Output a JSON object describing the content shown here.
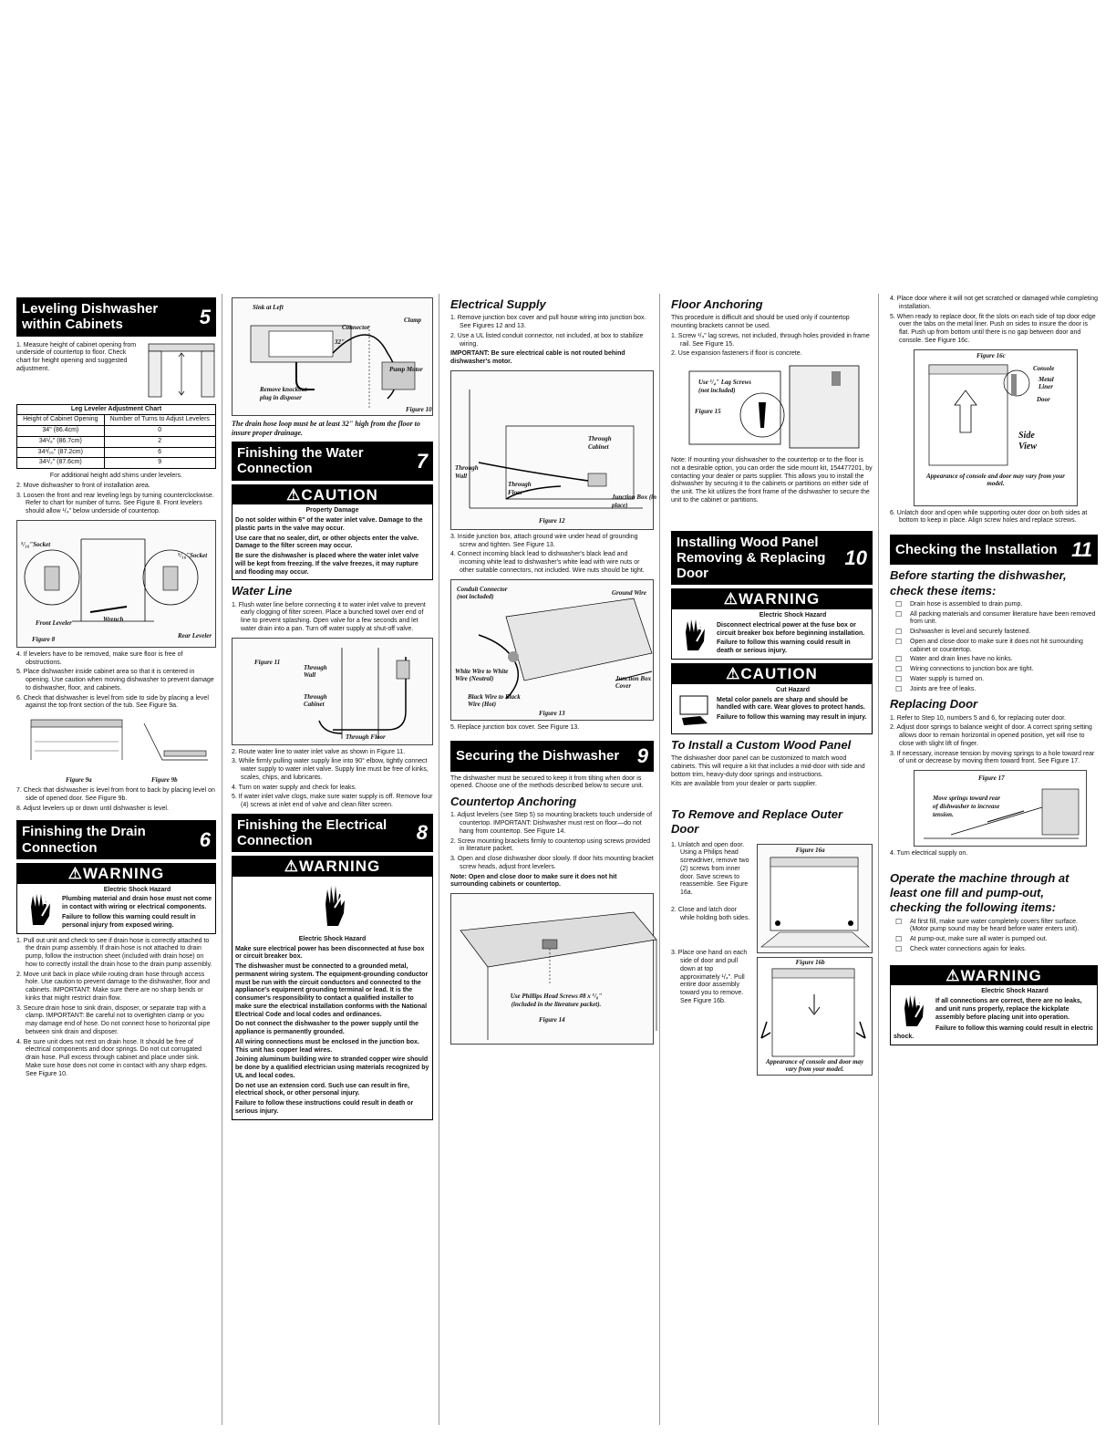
{
  "col1": {
    "h5": {
      "title": "Leveling Dishwasher within Cabinets",
      "num": "5"
    },
    "s5_1": "1. Measure height of cabinet opening from underside of countertop to floor. Check chart for height opening and suggested adjustment.",
    "table": {
      "title": "Leg Leveler Adjustment Chart",
      "h1": "Height of Cabinet Opening",
      "h2": "Number of Turns to Adjust Levelers",
      "rows": [
        [
          "34\" (86.4cm)",
          "0"
        ],
        [
          "34¹/₈\" (86.7cm)",
          "2"
        ],
        [
          "34³/₁₆\" (87.2cm)",
          "6"
        ],
        [
          "34¹/₂\" (87.6cm)",
          "9"
        ]
      ],
      "note": "For additional height add shims under levelers."
    },
    "s5_2": "2. Move dishwasher to front of installation area.",
    "s5_3": "3. Loosen the front and rear leveling legs by turning counterclockwise. Refer to chart for number of turns. See Figure 8. Front levelers should allow ¹/₄\" below underside of countertop.",
    "fig8": {
      "a": "⁵/₁₆\"Socket",
      "b": "⁵/₁₆\"Socket",
      "c": "Front Leveler",
      "d": "Wrench",
      "e": "Rear Leveler",
      "f": "Figure 8"
    },
    "s5_4": "4. If levelers have to be removed, make sure floor is free of obstructions.",
    "s5_5": "5. Place dishwasher inside cabinet area so that it is centered in opening. Use caution when moving dishwasher to prevent damage to dishwasher, floor, and cabinets.",
    "s5_6": "6. Check that dishwasher is level from side to side by placing a level against the top front section of the tub. See Figure 9a.",
    "fig9a": "Figure 9a",
    "fig9b": "Figure 9b",
    "s5_7": "7. Check that dishwasher is level from front to back by placing level on side of opened door. See Figure 9b.",
    "s5_8": "8. Adjust levelers up or down until dishwasher is level.",
    "h6": {
      "title": "Finishing the Drain Connection",
      "num": "6"
    },
    "warn6": {
      "bar": "⚠WARNING",
      "t": "Electric Shock Hazard",
      "a": "Plumbing material and drain hose must not come in contact with wiring or electrical components.",
      "b": "Failure to follow this warning could result in personal injury from exposed wiring."
    },
    "s6_1": "1. Pull out unit and check to see if drain hose is correctly attached to the drain pump assembly. If drain hose is not attached to drain pump, follow the instruction sheet (included with drain hose) on how to correctly install the drain hose to the drain pump assembly.",
    "s6_2": "2. Move unit back in place while routing drain hose through access hole. Use caution to prevent damage to the dishwasher, floor and cabinets. IMPORTANT: Make sure there are no sharp bends or kinks that might restrict drain flow.",
    "s6_3": "3. Secure drain hose to sink drain, disposer, or separate trap with a clamp. IMPORTANT: Be careful not to overtighten clamp or you may damage end of hose. Do not connect hose to horizontal pipe between sink drain and disposer.",
    "s6_4": "4. Be sure unit does not rest on drain hose. It should be free of electrical components and door springs. Do not cut corrugated drain hose. Pull excess through cabinet and place under sink. Make sure hose does not come in contact with any sharp edges. See Figure 10."
  },
  "col2": {
    "fig10": {
      "a": "Sink at Left",
      "b": "Clamp",
      "c": "Connector",
      "d": "32\"",
      "e": "Pump Motor",
      "f": "Remove knockout plug in disposer",
      "g": "Figure 10"
    },
    "fig10note": "The drain hose loop must be at least 32\" high from the floor to insure proper drainage.",
    "h7": {
      "title": "Finishing the Water Connection",
      "num": "7"
    },
    "caut7": {
      "bar": "⚠CAUTION",
      "t": "Property Damage",
      "a": "Do not solder within 6\" of the water inlet valve. Damage to the plastic parts in the valve may occur.",
      "b": "Use care that no sealer, dirt, or other objects enter the valve. Damage to the filter screen may occur.",
      "c": "Be sure the dishwasher is placed where the water inlet valve will be kept from freezing. If the valve freezes, it may rupture and flooding may occur."
    },
    "wl": "Water Line",
    "wl1": "1. Flush water line before connecting it to water inlet valve to prevent early clogging of filter screen. Place a bunched towel over end of line to prevent splashing. Open valve for a few seconds and let water drain into a pan. Turn off water supply at shut-off valve.",
    "fig11": {
      "a": "Figure 11",
      "b": "Through Wall",
      "c": "Through Cabinet",
      "d": "Through Floor"
    },
    "wl2": "2. Route water line to water inlet valve as shown in Figure 11.",
    "wl3": "3. While firmly pulling water supply line into 90° elbow, tightly connect water supply to water inlet valve. Supply line must be free of kinks, scales, chips, and lubricants.",
    "wl4": "4. Turn on water supply and check for leaks.",
    "wl5": "5. If water inlet valve clogs, make sure water supply is off. Remove four (4) screws at inlet end of valve and clean filter screen.",
    "h8": {
      "title": "Finishing the Electrical Connection",
      "num": "8"
    },
    "warn8": {
      "bar": "⚠WARNING",
      "t": "Electric Shock Hazard",
      "a": "Make sure electrical power has been disconnected at fuse box or circuit breaker box.",
      "b": "The dishwasher must be connected to a grounded metal, permanent wiring system. The equipment-grounding conductor must be run with the circuit conductors and connected to the appliance's equipment grounding terminal or lead. It is the consumer's responsibility to contact a qualified installer to make sure the electrical installation conforms with the National Electrical Code and local codes and ordinances.",
      "c": "Do not connect the dishwasher to the power supply until the appliance is permanently grounded.",
      "d": "All wiring connections must be enclosed in the junction box. This unit has copper lead wires.",
      "e": "Joining aluminum building wire to stranded copper wire should be done by a qualified electrician using materials recognized by UL and local codes.",
      "f": "Do not use an extension cord. Such use can result in fire, electrical shock, or other personal injury.",
      "g": "Failure to follow these instructions could result in death or serious injury."
    }
  },
  "col3": {
    "es": "Electrical Supply",
    "es1": "1. Remove junction box cover and pull house wiring into junction box. See Figures 12 and 13.",
    "es2": "2. Use a UL listed conduit connector, not included, at box to stabilize wiring.",
    "imp": "IMPORTANT: Be sure electrical cable is not routed behind dishwasher's motor.",
    "fig12": {
      "a": "Through Wall",
      "b": "Through Cabinet",
      "c": "Through Floor",
      "d": "Junction Box (in place)",
      "e": "Figure 12"
    },
    "es3": "3. Inside junction box, attach ground wire under head of grounding screw and tighten. See Figure 13.",
    "es4": "4. Connect incoming black lead to dishwasher's black lead and incoming white lead to dishwasher's white lead with wire nuts or other suitable connectors, not included. Wire nuts should be tight.",
    "fig13": {
      "a": "Conduit Connector (not included)",
      "b": "Ground Wire",
      "c": "White Wire to White Wire (Neutral)",
      "d": "Junction Box Cover",
      "e": "Black Wire to Black Wire (Hot)",
      "f": "Figure 13"
    },
    "es5": "5. Replace junction box cover. See Figure 13.",
    "h9": {
      "title": "Securing the Dishwasher",
      "num": "9"
    },
    "sd": "The dishwasher must be secured to keep it from tilting when door is opened. Choose one of the methods described below to secure unit.",
    "ca": "Countertop Anchoring",
    "ca1": "1. Adjust levelers (see Step 5) so mounting brackets touch underside of countertop. IMPORTANT: Dishwasher must rest on floor—do not hang from countertop. See Figure 14.",
    "ca2": "2. Screw mounting brackets firmly to countertop using screws provided in literature packet.",
    "ca3": "3. Open and close dishwasher door slowly. If door hits mounting bracket screw heads, adjust front levelers.",
    "canote": "Note: Open and close door to make sure it does not hit surrounding cabinets or countertop.",
    "fig14": {
      "a": "Use Phillips Head Screws #8 x ⁵/₈\" (included in the literature packet).",
      "b": "Figure 14"
    }
  },
  "col4": {
    "fa": "Floor Anchoring",
    "fa0": "This procedure is difficult and should be used only if countertop mounting brackets cannot be used.",
    "fa1": "1. Screw ¹/₄\" lag screws, not included, through holes provided in frame rail. See Figure 15.",
    "fa2": "2. Use expansion fasteners if floor is concrete.",
    "fig15": {
      "a": "Use ¹/₄\" Lag Screws (not included)",
      "b": "Figure 15"
    },
    "fanote": "Note: If mounting your dishwasher to the countertop or to the floor is not a desirable option, you can order the side mount kit, 154477201, by contacting your dealer or parts supplier. This allows you to install the dishwasher by securing it to the cabinets or partitions on either side of the unit. The kit utilizes the front frame of the dishwasher to secure the unit to the cabinet or partitions.",
    "h10": {
      "title": "Installing Wood Panel Removing & Replacing Door",
      "num": "10"
    },
    "warn10": {
      "bar": "⚠WARNING",
      "t": "Electric Shock Hazard",
      "a": "Disconnect electrical power at the fuse box or circuit breaker box before beginning installation.",
      "b": "Failure to follow this warning could result in death or serious injury."
    },
    "caut10": {
      "bar": "⚠CAUTION",
      "t": "Cut Hazard",
      "a": "Metal color panels are sharp and should be handled with care. Wear gloves to protect hands.",
      "b": "Failure to follow this warning may result in injury."
    },
    "icw": "To Install a Custom Wood Panel",
    "icw1": "The dishwasher door panel can be customized to match wood cabinets. This will require a kit that includes a mid-door with side and bottom trim, heavy-duty door springs and instructions.",
    "icw2": "Kits are available from your dealer or parts supplier.",
    "rro": "To Remove and Replace Outer Door",
    "rro1": "1. Unlatch and open door. Using a Philips head screwdriver, remove two (2) screws from inner door. Save screws to reassemble. See Figure 16a.",
    "rro2": "2. Close and latch door while holding both sides.",
    "rro3": "3. Place one hand on each side of door and pull down at top approximately ¹/₄\". Pull entire door assembly toward you to remove. See Figure 16b.",
    "fig16a": "Figure 16a",
    "fig16b": "Figure 16b",
    "fig16bnote": "Appearance of console and door may vary from your model."
  },
  "col5": {
    "r4": "4. Place door where it will not get scratched or damaged while completing installation.",
    "r5": "5. When ready to replace door, fit the slots on each side of top door edge over the tabs on the metal liner. Push on sides to insure the door is flat. Push up from bottom until there is no gap between door and console. See Figure 16c.",
    "fig16c": {
      "a": "Figure 16c",
      "b": "Console",
      "c": "Metal Liner",
      "d": "Door",
      "e": "Side View",
      "f": "Appearance of console and door may vary from your model."
    },
    "r6": "6. Unlatch door and open while supporting outer door on both sides at bottom to keep in place. Align screw holes and replace screws.",
    "h11": {
      "title": "Checking the Installation",
      "num": "11"
    },
    "bs": "Before starting the dishwasher, check these items:",
    "checks": [
      "Drain hose is assembled to drain pump.",
      "All packing materials and consumer literature have been removed from unit.",
      "Dishwasher is level and securely fastened.",
      "Open and close door to make sure it does not hit surrounding cabinet or countertop.",
      "Water and drain lines have no kinks.",
      "Wiring connections to junction box are tight.",
      "Water supply is turned on.",
      "Joints are free of leaks."
    ],
    "rd": "Replacing Door",
    "rd1": "1. Refer to Step 10, numbers 5 and 6, for replacing outer door.",
    "rd2": "2. Adjust door springs to balance weight of door. A correct spring setting allows door to remain horizontal in opened position, yet will rise to close with slight lift of finger.",
    "rd3": "3. If necessary, increase tension by moving springs to a hole toward rear of unit or decrease by moving them toward front. See Figure 17.",
    "fig17": {
      "a": "Figure 17",
      "b": "Move springs toward rear of dishwasher to increase tension."
    },
    "rd4": "4. Turn electrical supply on.",
    "op": "Operate the machine through at least one fill and pump-out, checking the following items:",
    "checks2": [
      "At first fill, make sure water completely covers filter surface. (Motor pump sound may be heard before water enters unit).",
      "At pump-out, make sure all water is pumped out.",
      "Check water connections again for leaks."
    ],
    "warn11": {
      "bar": "⚠WARNING",
      "t": "Electric Shock Hazard",
      "a": "If all connections are correct, there are no leaks, and unit runs properly, replace the kickplate assembly before placing unit into operation.",
      "b": "Failure to follow this warning could result in electric shock."
    }
  }
}
